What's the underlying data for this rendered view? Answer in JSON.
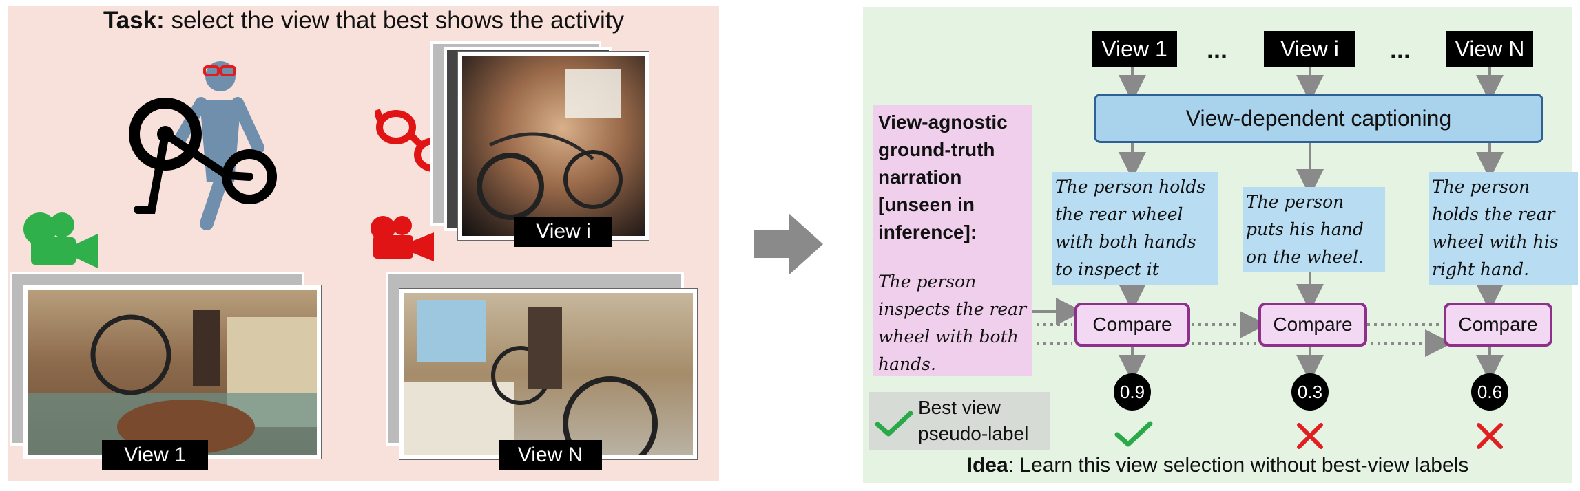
{
  "left": {
    "task_label": "Task:",
    "task_text": "select the view that best shows the activity",
    "view_labels": {
      "first": "View 1",
      "middle": "View i",
      "last": "View N"
    },
    "icons": [
      "person-bike-icon",
      "glasses-icon",
      "camera-icon"
    ]
  },
  "right": {
    "view_tags": {
      "first": "View 1",
      "middle": "View i",
      "last": "View N"
    },
    "dots": "...",
    "captioning": "View-dependent captioning",
    "narration_title": [
      "View-agnostic",
      "ground-truth",
      "narration",
      "[unseen in",
      "inference]:"
    ],
    "narration_text": [
      "The person",
      "inspects the rear",
      "wheel with both",
      "hands."
    ],
    "captions": [
      [
        "The person holds",
        "the rear wheel",
        "with both hands",
        "to inspect it"
      ],
      [
        "The person",
        "puts his hand",
        "on the wheel."
      ],
      [
        "The person",
        "holds the rear",
        "wheel with his",
        "right hand."
      ]
    ],
    "compare_label": "Compare",
    "scores": [
      "0.9",
      "0.3",
      "0.6"
    ],
    "legend": [
      "Best view",
      "pseudo-label"
    ],
    "idea_label": "Idea",
    "idea_text": ": Learn this view selection without best-view labels",
    "colors": {
      "check": "#2aa84a",
      "cross": "#e02020",
      "arrow": "#8a8a8a",
      "compare_border": "#8d2f8b",
      "caption_border": "#2f5f93"
    }
  }
}
